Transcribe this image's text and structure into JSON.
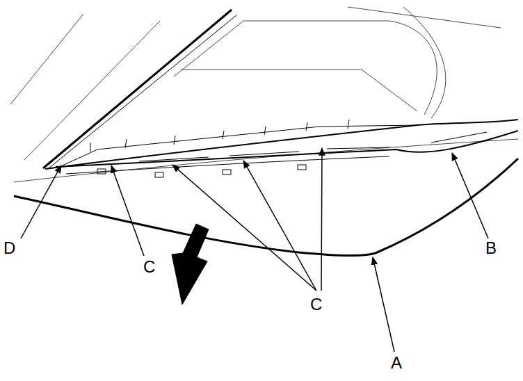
{
  "diagram": {
    "labels": [
      "D",
      "C",
      "B",
      "C",
      "A"
    ]
  }
}
